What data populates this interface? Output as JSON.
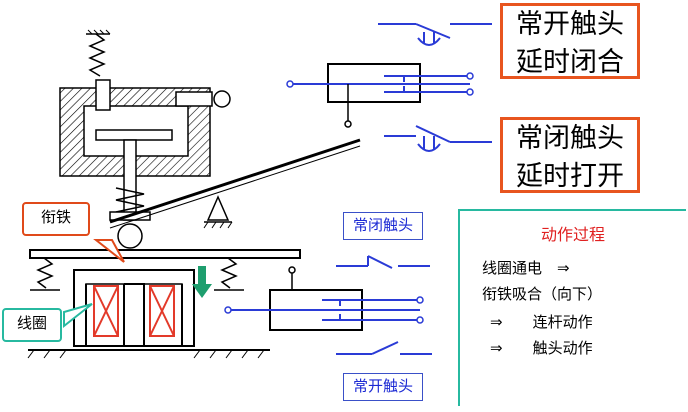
{
  "labels": {
    "no_delay_close": [
      "常开触头",
      "延时闭合"
    ],
    "nc_delay_open": [
      "常闭触头",
      "延时打开"
    ],
    "normally_closed": "常闭触头",
    "normally_open": "常开触头",
    "armature": "衔铁",
    "coil": "线圈"
  },
  "process": {
    "title": "动作过程",
    "steps": [
      "线圈通电　⇒",
      "衔铁吸合（向下）",
      "⇒　　连杆动作",
      "⇒　　触头动作"
    ]
  },
  "colors": {
    "contact_blue": "#2a3bd6",
    "orange_border": "#e8551f",
    "teal_border": "#27b9a0",
    "armature_callout": "#e04a1a",
    "coil_callout": "#27b9a0",
    "arrow_green": "#1e9e6e",
    "coil_cross": "#e33a2a"
  }
}
